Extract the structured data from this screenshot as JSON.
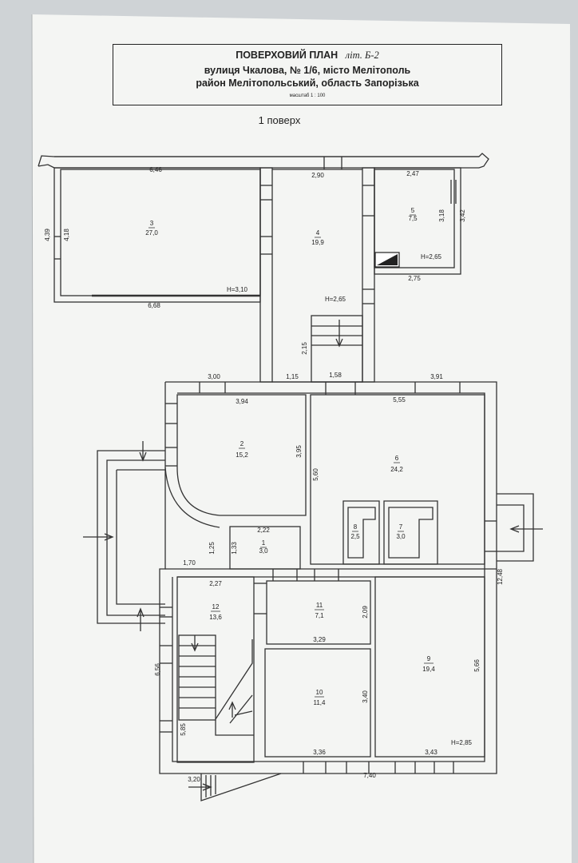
{
  "header": {
    "title": "ПОВЕРХОВИЙ ПЛАН",
    "lit": "літ. Б-2",
    "address_line1": "вулиця Чкалова, № 1/6, місто Мелітополь",
    "address_line2": "район Мелітопольський, область Запорізька",
    "scale": "масштаб 1 : 100"
  },
  "floor_label": "1 поверх",
  "rooms": [
    {
      "id": "r3",
      "number": "3",
      "area": "27,0"
    },
    {
      "id": "r4",
      "number": "4",
      "area": "19,9"
    },
    {
      "id": "r5",
      "number": "5",
      "area": "7,5"
    },
    {
      "id": "r2",
      "number": "2",
      "area": "15,2"
    },
    {
      "id": "r6",
      "number": "6",
      "area": "24,2"
    },
    {
      "id": "r1",
      "number": "1",
      "area": "3,0"
    },
    {
      "id": "r8",
      "number": "8",
      "area": "2,5"
    },
    {
      "id": "r7",
      "number": "7",
      "area": "3,0"
    },
    {
      "id": "r12",
      "number": "12",
      "area": "13,6"
    },
    {
      "id": "r11",
      "number": "11",
      "area": "7,1"
    },
    {
      "id": "r10",
      "number": "10",
      "area": "11,4"
    },
    {
      "id": "r9",
      "number": "9",
      "area": "19,4"
    }
  ],
  "dimensions": [
    "6,46",
    "2,90",
    "2,47",
    "4,39",
    "4,18",
    "3,18",
    "3,42",
    "H=2,65",
    "2,75",
    "H=3,10",
    "6,68",
    "H=2,65",
    "2,15",
    "3,00",
    "1,15",
    "1,58",
    "3,91",
    "3,94",
    "5,55",
    "3,95",
    "5,60",
    "2,22",
    "1,25",
    "1,33",
    "1,70",
    "2,27",
    "2,09",
    "12,48",
    "6,56",
    "3,29",
    "5,66",
    "3,40",
    "5,85",
    "3,36",
    "3,43",
    "H=2,85",
    "3,20",
    "7,40"
  ]
}
